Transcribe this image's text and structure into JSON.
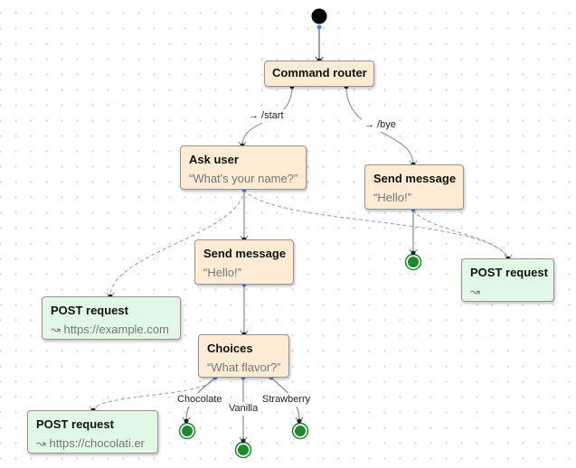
{
  "nodes": {
    "command_router": {
      "title": "Command router"
    },
    "ask_user": {
      "title": "Ask user",
      "subtitle": "“What's your name?”"
    },
    "send_message_bye": {
      "title": "Send message",
      "subtitle": "“Hello!”"
    },
    "send_message_start": {
      "title": "Send message",
      "subtitle": "“Hello!”"
    },
    "post_request_right": {
      "title": "POST request",
      "subtitle": "↝"
    },
    "post_request_example": {
      "title": "POST request",
      "subtitle": "↝ https://example.com"
    },
    "choices": {
      "title": "Choices",
      "subtitle": "“What flavor?”"
    },
    "post_request_chocolate": {
      "title": "POST request",
      "subtitle": "↝ https://chocolati.er"
    }
  },
  "edge_labels": {
    "start": "→ /start",
    "bye": "→ /bye",
    "chocolate": "Chocolate",
    "vanilla": "Vanilla",
    "strawberry": "Strawberry"
  },
  "colors": {
    "message_node": "#fdebd3",
    "http_node": "#e2f8e6",
    "end_state": "#1a8a2a",
    "start_state": "#000000",
    "port": "#3b82f6"
  }
}
